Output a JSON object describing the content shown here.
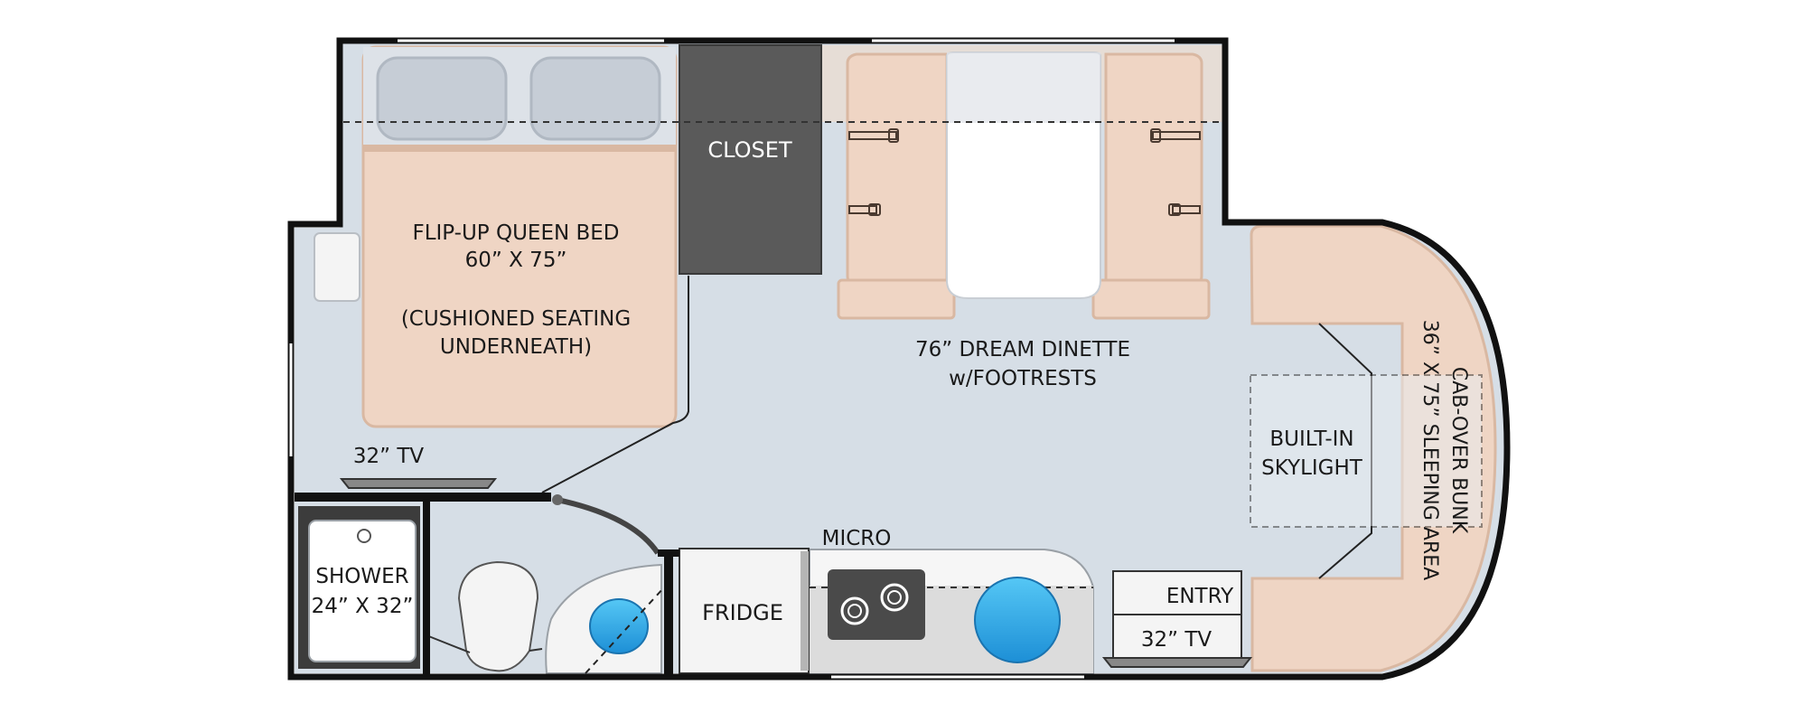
{
  "labels": {
    "bed_line1": "FLIP-UP QUEEN BED",
    "bed_line2": "60” X 75”",
    "bed_line3": "(CUSHIONED SEATING",
    "bed_line4": "UNDERNEATH)",
    "closet": "CLOSET",
    "dinette_line1": "76” DREAM DINETTE",
    "dinette_line2": "w/FOOTRESTS",
    "skylight_line1": "BUILT-IN",
    "skylight_line2": "SKYLIGHT",
    "bunk_line1": "CAB-OVER BUNK",
    "bunk_line2": "36” X 75” SLEEPING AREA",
    "tv_rear": "32” TV",
    "shower_line1": "SHOWER",
    "shower_line2": "24” X 32”",
    "micro": "MICRO",
    "fridge": "FRIDGE",
    "entry": "ENTRY",
    "tv_entry": "32” TV"
  },
  "colors": {
    "floor": "#d6dee6",
    "cushion": "#efd5c4",
    "cushion_edge": "#d9b8a2",
    "dark_cabinet": "#5a5a5a",
    "appliance": "#f4f4f4",
    "sink": "#3fb6ec",
    "wall": "#111111"
  }
}
